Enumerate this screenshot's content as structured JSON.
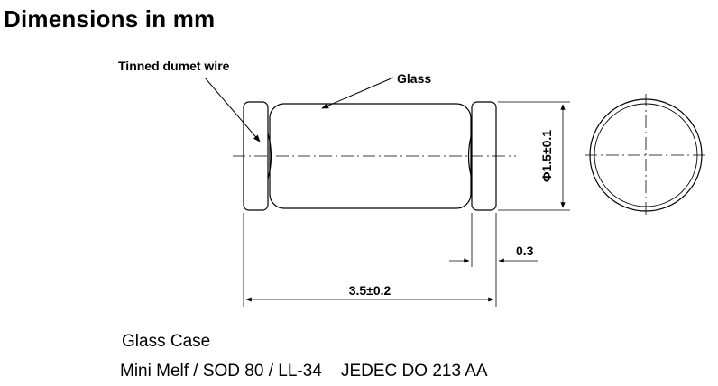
{
  "title": "Dimensions in mm",
  "labels": {
    "wire": "Tinned dumet wire",
    "glass": "Glass",
    "diameter": "Φ1.5±0.1",
    "end_width": "0.3",
    "length": "3.5±0.2"
  },
  "case": {
    "line1": "Glass Case",
    "line2": "Mini Melf / SOD 80 / LL-34    JEDEC DO 213 AA"
  },
  "colors": {
    "stroke": "#000000",
    "background": "#ffffff"
  }
}
